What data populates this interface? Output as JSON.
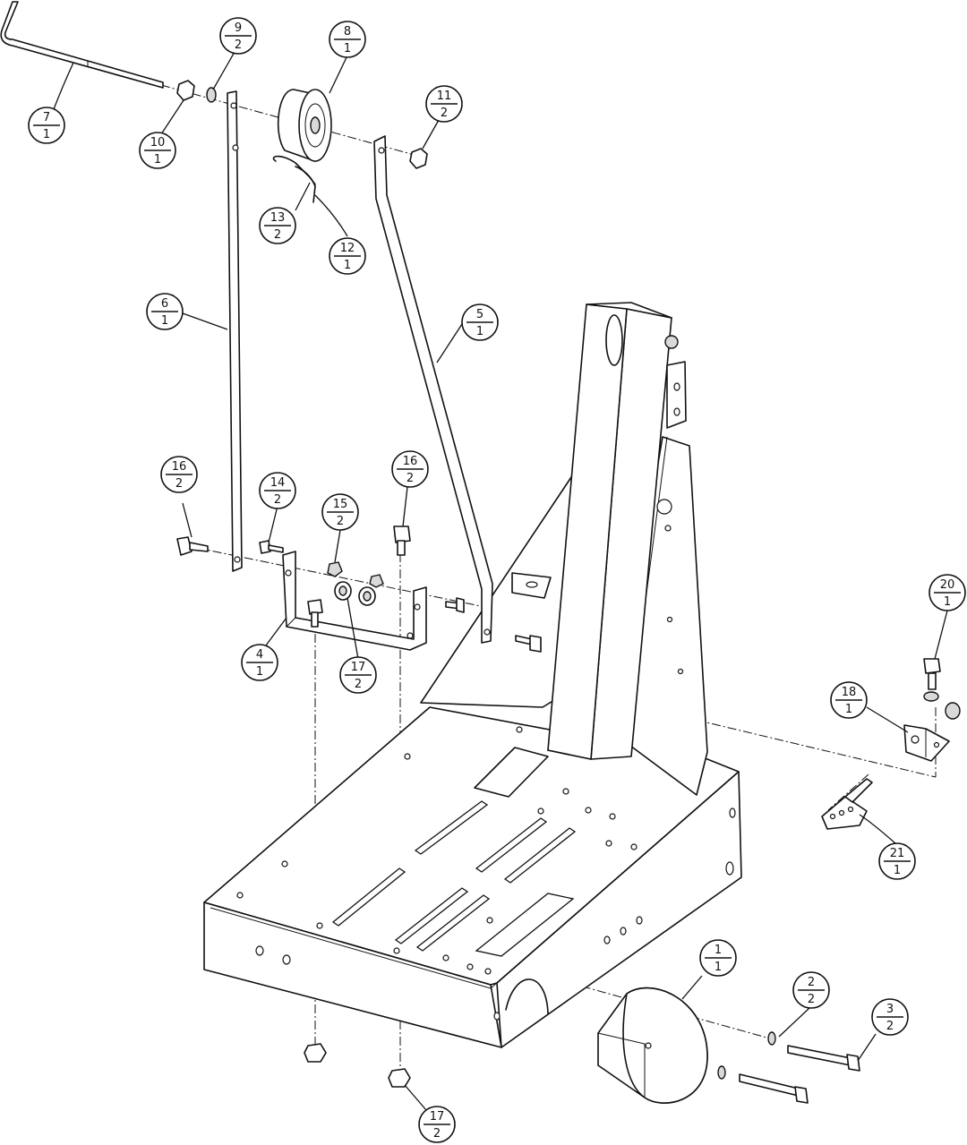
{
  "callouts": [
    {
      "id": "b7",
      "item": "7",
      "qty": "1"
    },
    {
      "id": "b10",
      "item": "10",
      "qty": "1"
    },
    {
      "id": "b9",
      "item": "9",
      "qty": "2"
    },
    {
      "id": "b8",
      "item": "8",
      "qty": "1"
    },
    {
      "id": "b11",
      "item": "11",
      "qty": "2"
    },
    {
      "id": "b13",
      "item": "13",
      "qty": "2"
    },
    {
      "id": "b12",
      "item": "12",
      "qty": "1"
    },
    {
      "id": "b6",
      "item": "6",
      "qty": "1"
    },
    {
      "id": "b5",
      "item": "5",
      "qty": "1"
    },
    {
      "id": "b16a",
      "item": "16",
      "qty": "2"
    },
    {
      "id": "b14",
      "item": "14",
      "qty": "2"
    },
    {
      "id": "b15",
      "item": "15",
      "qty": "2"
    },
    {
      "id": "b16b",
      "item": "16",
      "qty": "2"
    },
    {
      "id": "b4",
      "item": "4",
      "qty": "1"
    },
    {
      "id": "b17a",
      "item": "17",
      "qty": "2"
    },
    {
      "id": "b20",
      "item": "20",
      "qty": "1"
    },
    {
      "id": "b18",
      "item": "18",
      "qty": "1"
    },
    {
      "id": "b21",
      "item": "21",
      "qty": "1"
    },
    {
      "id": "b1",
      "item": "1",
      "qty": "1"
    },
    {
      "id": "b2",
      "item": "2",
      "qty": "2"
    },
    {
      "id": "b3",
      "item": "3",
      "qty": "2"
    },
    {
      "id": "b17b",
      "item": "17",
      "qty": "2"
    }
  ],
  "style": {
    "line_color": "#111111",
    "background": "#ffffff"
  }
}
